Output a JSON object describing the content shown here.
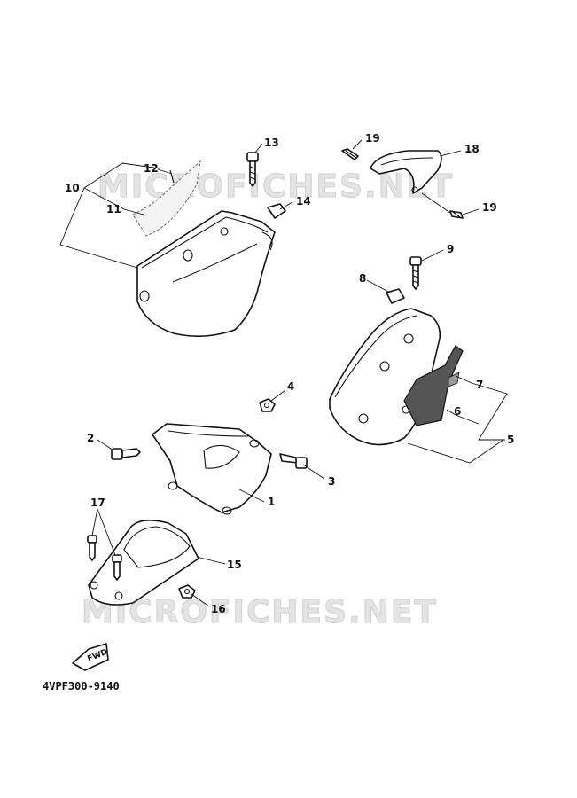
{
  "diagram": {
    "watermark_top": "MICROFICHES.NET",
    "watermark_bottom": "MICROFICHES.NET",
    "diagram_code": "4VPF300-9140",
    "fwd_label": "FWD",
    "callouts": {
      "c1": "1",
      "c2": "2",
      "c3": "3",
      "c4": "4",
      "c5": "5",
      "c6": "6",
      "c7": "7",
      "c8": "8",
      "c9": "9",
      "c10": "10",
      "c11": "11",
      "c12": "12",
      "c13": "13",
      "c14": "14",
      "c15": "15",
      "c16": "16",
      "c17": "17",
      "c18": "18",
      "c19a": "19",
      "c19b": "19"
    }
  }
}
